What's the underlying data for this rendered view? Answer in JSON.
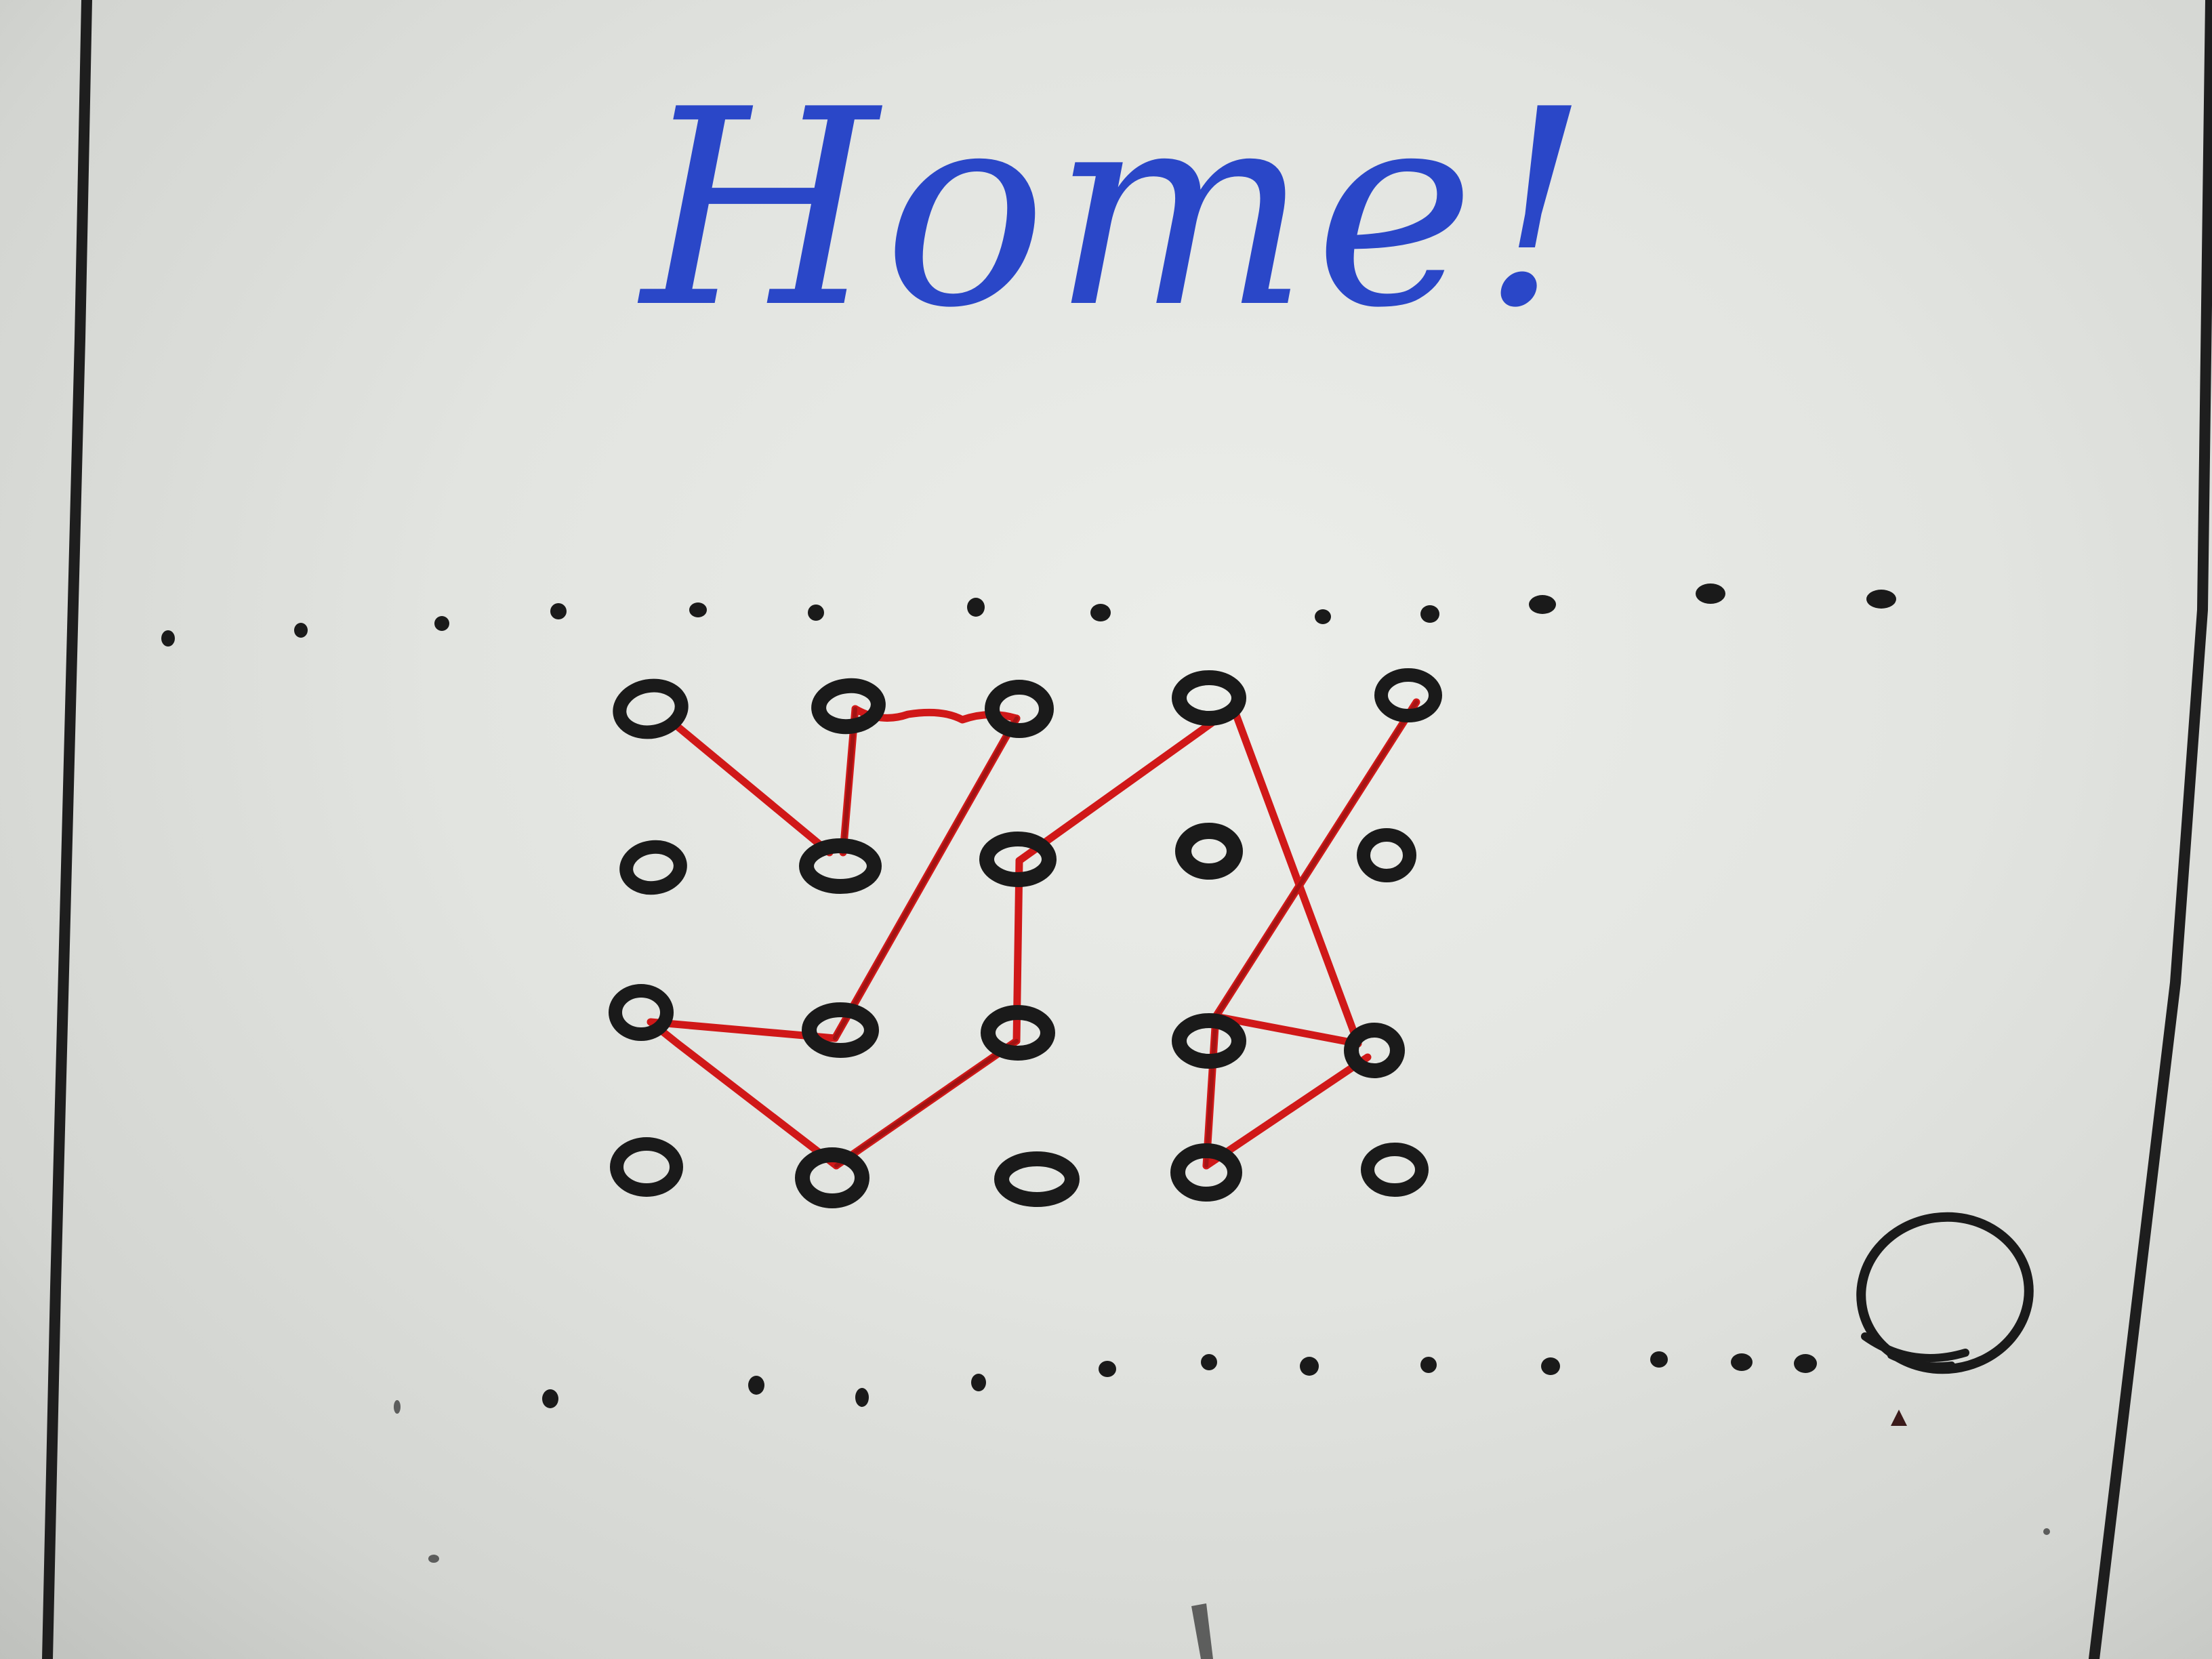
{
  "whiteboard": {
    "heading": "Home!",
    "colors": {
      "board": "#e6e8e4",
      "marker_blue": "#2a47c8",
      "marker_black": "#1a1a1a",
      "marker_red": "#d01818",
      "marker_dark_red": "#7a1010"
    }
  },
  "pattern_lock": {
    "grid_columns": 5,
    "grid_rows": 4,
    "connected_path_count": 2
  }
}
